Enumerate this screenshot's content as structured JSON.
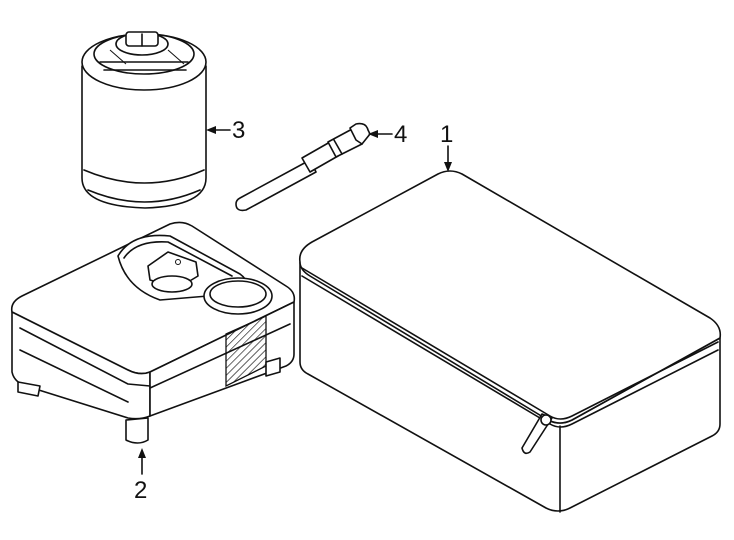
{
  "diagram": {
    "callouts": [
      {
        "id": "1",
        "label": "1"
      },
      {
        "id": "2",
        "label": "2"
      },
      {
        "id": "3",
        "label": "3"
      },
      {
        "id": "4",
        "label": "4"
      }
    ],
    "colors": {
      "stroke": "#111111",
      "background": "#ffffff"
    }
  }
}
